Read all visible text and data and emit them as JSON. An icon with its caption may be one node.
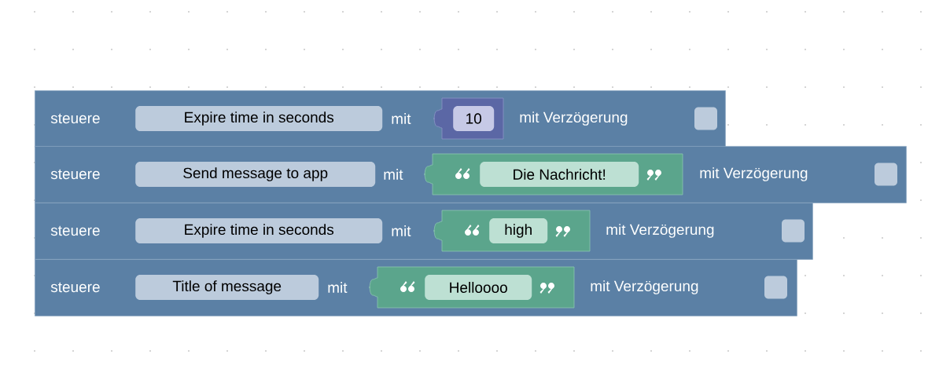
{
  "diagram": {
    "nodes": [
      {
        "text": [
          "steuere",
          "mit",
          "mit Verzögerung"
        ]
      },
      {
        "text": [
          "Expire time in seconds"
        ],
        "in": 0
      },
      {
        "text": [
          "10"
        ],
        "in": 0
      },
      {
        "text": [
          "steuere",
          "mit",
          "mit Verzögerung"
        ]
      },
      {
        "text": [
          "Send message to app"
        ],
        "in": 3
      },
      {
        "text": [
          "Die Nachricht!"
        ],
        "in": 3
      },
      {
        "text": [
          "steuere",
          "mit",
          "mit Verzögerung"
        ]
      },
      {
        "text": [
          "Expire time in seconds"
        ],
        "in": 6
      },
      {
        "text": [
          "high"
        ],
        "in": 6
      },
      {
        "text": [
          "steuere",
          "mit",
          "mit Verzögerung"
        ]
      },
      {
        "text": [
          "Title of message"
        ],
        "in": 9
      },
      {
        "text": [
          "Helloooo"
        ],
        "in": 9
      }
    ]
  }
}
